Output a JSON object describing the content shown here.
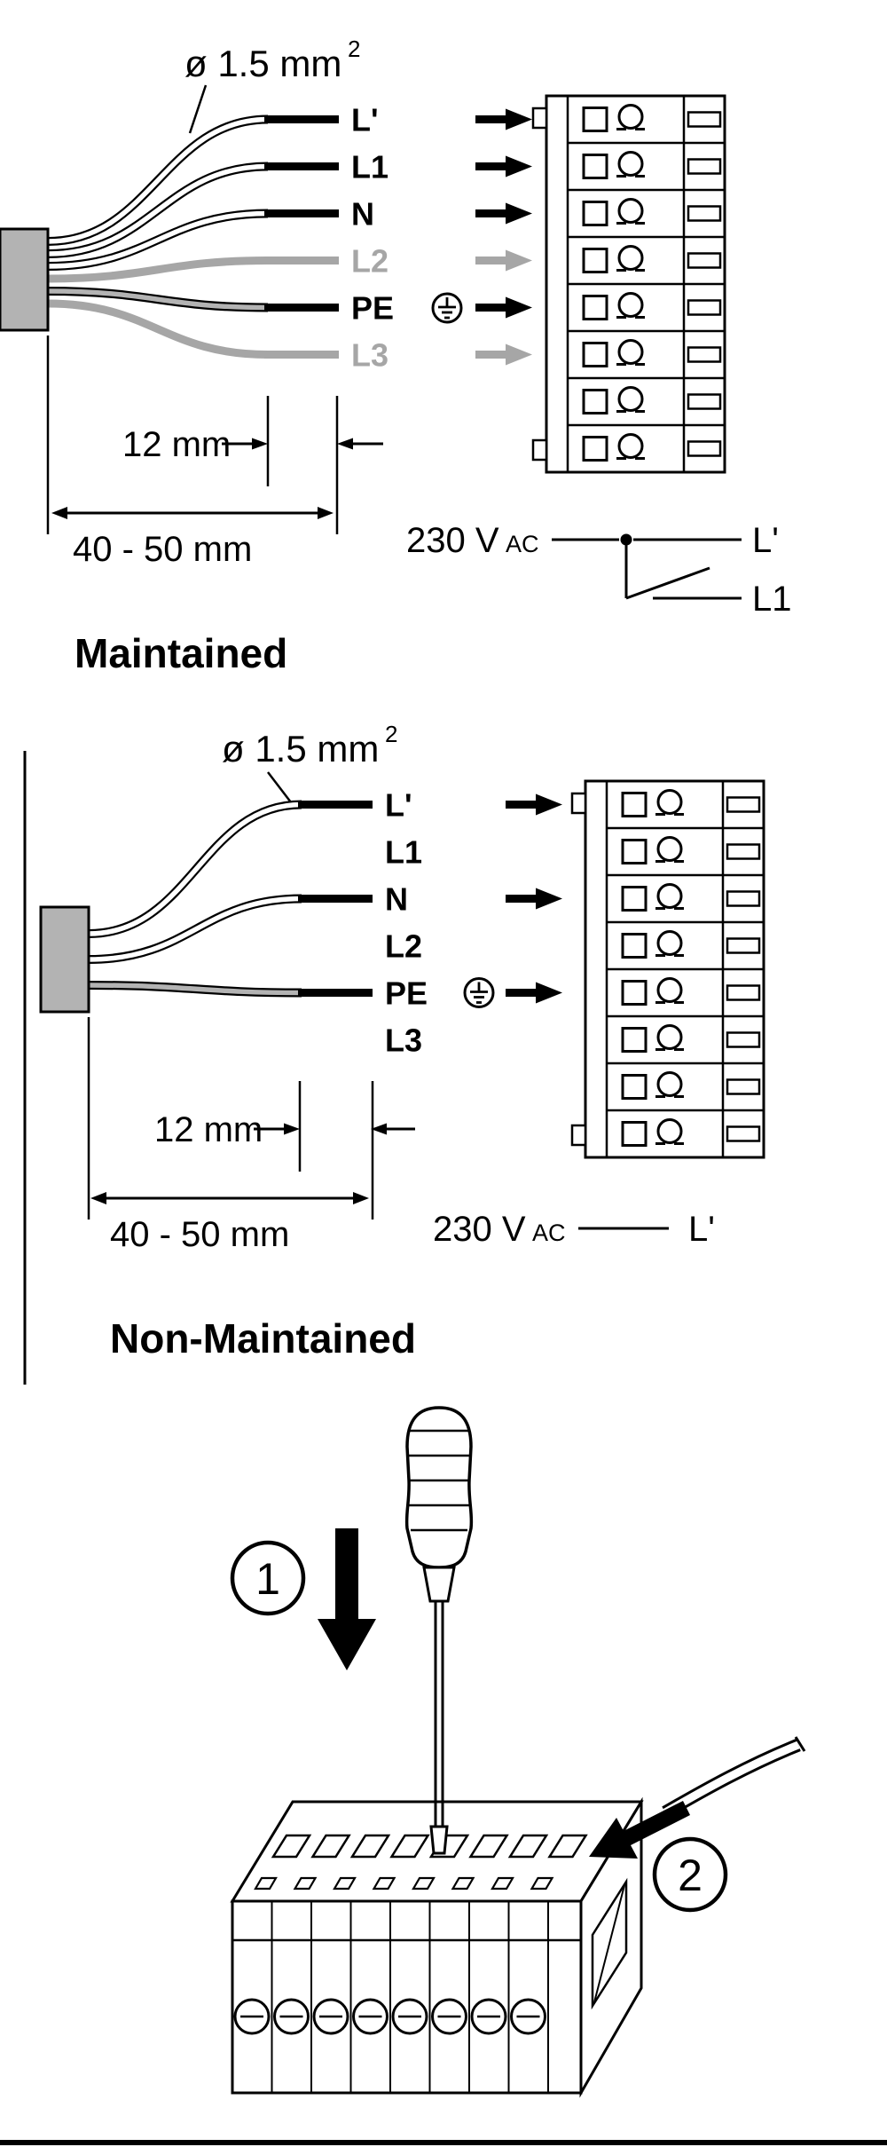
{
  "maintained": {
    "title": "Maintained",
    "gauge_label": "ø 1.5 mm",
    "gauge_exponent": "2",
    "wire_labels": [
      "L'",
      "L1",
      "N",
      "L2",
      "PE",
      "L3"
    ],
    "inactive_wire_labels": [
      "L2",
      "L3"
    ],
    "strip_length": "12 mm",
    "insertion_length": "40 - 50 mm",
    "supply_voltage": "230 V",
    "supply_voltage_suffix": "AC",
    "permanent_line": "L'",
    "switched_line": "L1"
  },
  "non_maintained": {
    "title": "Non-Maintained",
    "gauge_label": "ø 1.5 mm",
    "gauge_exponent": "2",
    "wire_labels": [
      "L'",
      "L1",
      "N",
      "L2",
      "PE",
      "L3"
    ],
    "connected_wire_labels": [
      "L'",
      "N",
      "PE"
    ],
    "strip_length": "12 mm",
    "insertion_length": "40 - 50 mm",
    "supply_voltage": "230 V",
    "supply_voltage_suffix": "AC",
    "permanent_line": "L'"
  },
  "installation": {
    "step_1": "1",
    "step_2": "2"
  },
  "icons": {
    "protective_earth": "earth-ground-in-circle",
    "clamp_release": "omega-spring-clamp",
    "flow_arrow": "solid-right-arrow",
    "press_arrow": "solid-down-arrow",
    "insert_arrow": "solid-left-arrow"
  },
  "colors": {
    "ink": "#000000",
    "gray_wire": "#a6a6a6",
    "cable_sleeve": "#b3b3b3",
    "background": "#ffffff"
  }
}
